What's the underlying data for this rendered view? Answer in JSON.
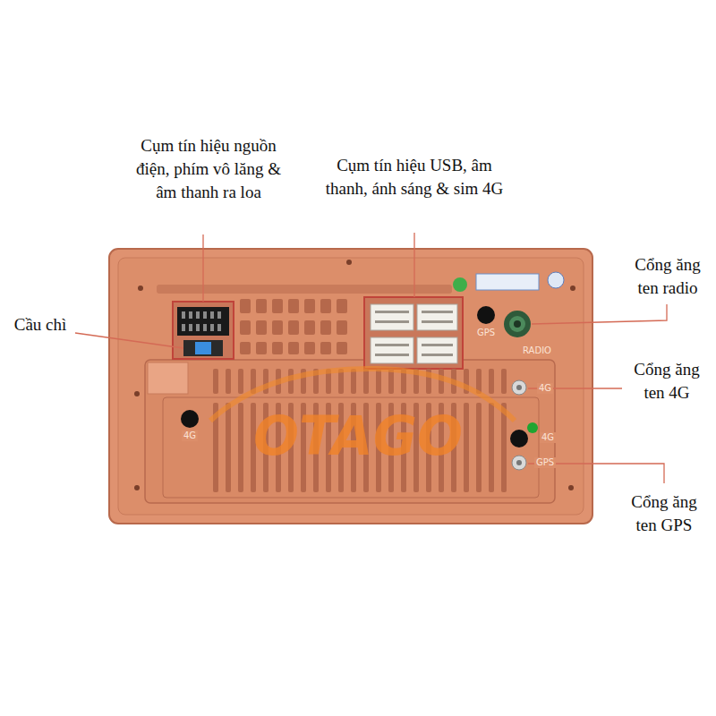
{
  "diagram": {
    "labels": [
      "Cụm tín hiệu nguồn điện, phím vô lăng & âm thanh ra loa",
      "Cụm tín hiệu USB, âm thanh, ánh sáng & sim 4G",
      "Cầu chì",
      "Cổng ăng ten radio",
      "GPS",
      "RADIO",
      "Cổng ăng ten 4G",
      "4G",
      "4G",
      "OTAGO",
      "4G",
      "GPS",
      "Cổng ăng ten GPS"
    ]
  }
}
